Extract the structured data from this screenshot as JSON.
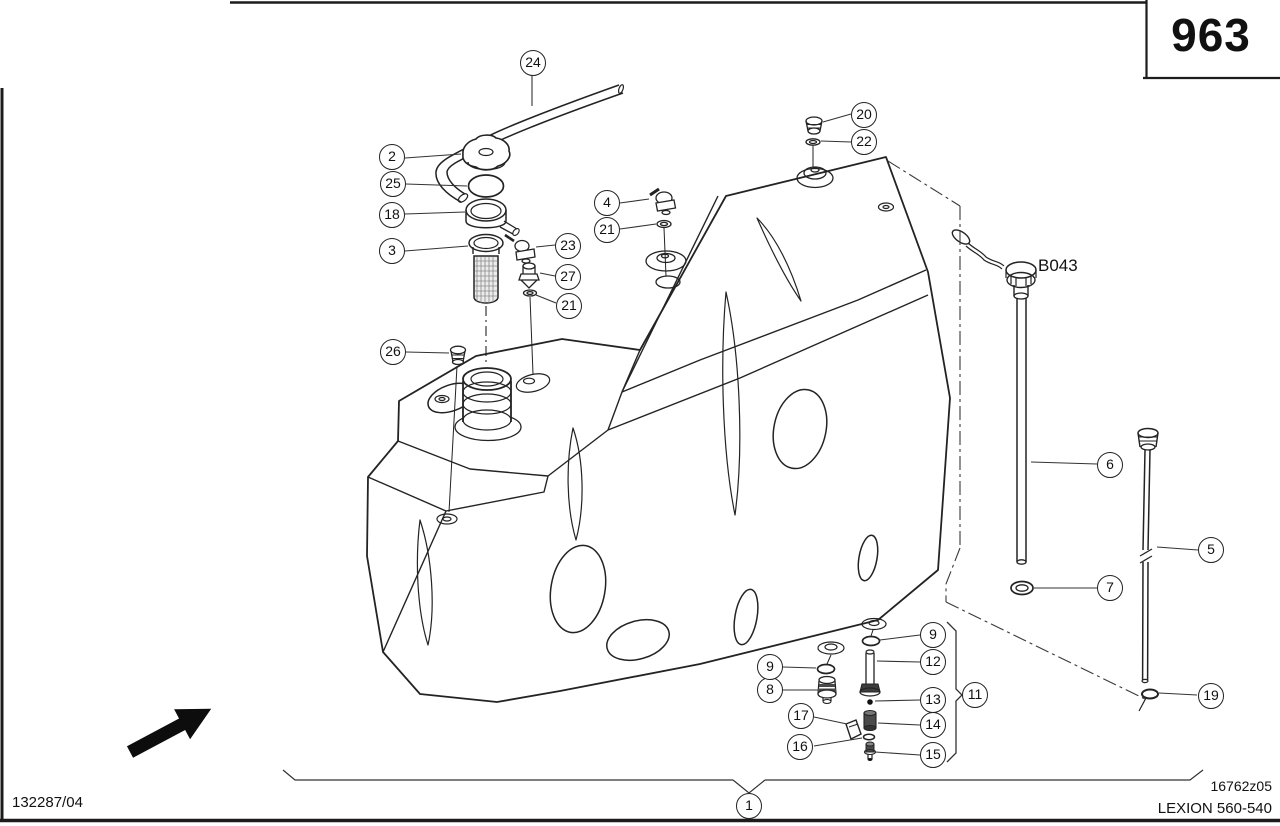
{
  "page": {
    "number": "963",
    "doc_ref": "132287/04",
    "figure_code": "16762z05",
    "model": "LEXION 560-540"
  },
  "diagram": {
    "component_label": "B043",
    "callouts": [
      {
        "id": "1",
        "label": "1"
      },
      {
        "id": "2",
        "label": "2"
      },
      {
        "id": "3",
        "label": "3"
      },
      {
        "id": "4",
        "label": "4"
      },
      {
        "id": "5",
        "label": "5"
      },
      {
        "id": "6",
        "label": "6"
      },
      {
        "id": "7",
        "label": "7"
      },
      {
        "id": "8",
        "label": "8"
      },
      {
        "id": "9a",
        "label": "9"
      },
      {
        "id": "9b",
        "label": "9"
      },
      {
        "id": "11",
        "label": "11"
      },
      {
        "id": "12",
        "label": "12"
      },
      {
        "id": "13",
        "label": "13"
      },
      {
        "id": "14",
        "label": "14"
      },
      {
        "id": "15",
        "label": "15"
      },
      {
        "id": "16",
        "label": "16"
      },
      {
        "id": "17",
        "label": "17"
      },
      {
        "id": "18",
        "label": "18"
      },
      {
        "id": "19",
        "label": "19"
      },
      {
        "id": "20",
        "label": "20"
      },
      {
        "id": "21a",
        "label": "21"
      },
      {
        "id": "21b",
        "label": "21"
      },
      {
        "id": "22",
        "label": "22"
      },
      {
        "id": "23",
        "label": "23"
      },
      {
        "id": "24",
        "label": "24"
      },
      {
        "id": "25",
        "label": "25"
      },
      {
        "id": "26",
        "label": "26"
      },
      {
        "id": "27",
        "label": "27"
      }
    ]
  }
}
